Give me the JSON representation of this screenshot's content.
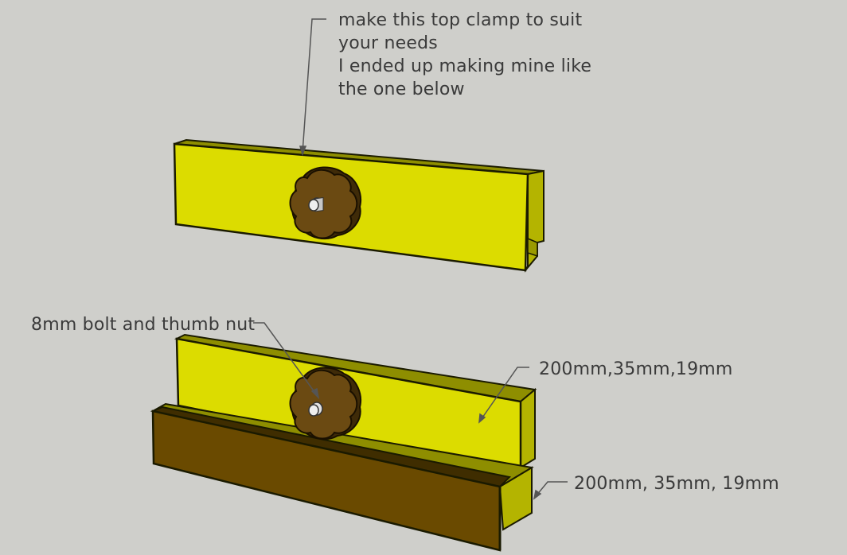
{
  "annotations": {
    "top_clamp_note": [
      "make this top clamp to suit",
      "your needs",
      "I ended up making mine like",
      "the one below"
    ],
    "bolt_note": "8mm bolt and thumb nut",
    "upper_piece_dims": "200mm,35mm,19mm",
    "lower_piece_dims": "200mm, 35mm, 19mm"
  },
  "colors": {
    "background": "#cfcfcb",
    "wood_yellow": "#dcdc00",
    "wood_yellow_top": "#8e8e00",
    "wood_yellow_side": "#b4b400",
    "wood_brown": "#6a4a00",
    "wood_brown_top": "#3f2d00",
    "knob_brown": "#6b4a12",
    "bolt_grey": "#e2e2e2",
    "leader_line": "#555555"
  }
}
